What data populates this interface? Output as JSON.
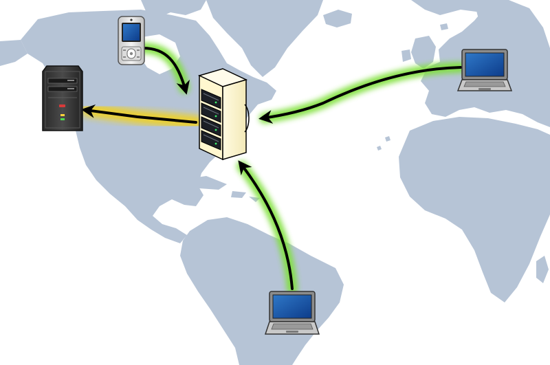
{
  "diagram": {
    "nodes": [
      {
        "id": "mobile-phone",
        "kind": "phone",
        "region": "north-america-north"
      },
      {
        "id": "desktop-server",
        "kind": "desktop-tower",
        "region": "north-america-west"
      },
      {
        "id": "rack-server",
        "kind": "server-rack",
        "region": "north-america-east",
        "role": "hub"
      },
      {
        "id": "laptop-europe",
        "kind": "laptop",
        "region": "europe"
      },
      {
        "id": "laptop-south-america",
        "kind": "laptop",
        "region": "south-america"
      }
    ],
    "edges": [
      {
        "from": "mobile-phone",
        "to": "rack-server",
        "glow": "#7fe03a"
      },
      {
        "from": "laptop-europe",
        "to": "rack-server",
        "glow": "#7fe03a"
      },
      {
        "from": "laptop-south-america",
        "to": "rack-server",
        "glow": "#7fe03a"
      },
      {
        "from": "rack-server",
        "to": "desktop-server",
        "glow": "#f2d21e"
      }
    ]
  },
  "colors": {
    "land": "#b6c4d6",
    "ocean": "#ffffff",
    "arrow": "#000000",
    "glow_inbound": "#7fe03a",
    "glow_outbound": "#f2d21e"
  }
}
